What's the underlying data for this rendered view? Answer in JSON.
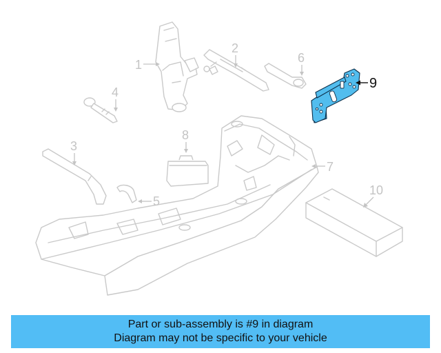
{
  "callouts": {
    "c1": "1",
    "c2": "2",
    "c3": "3",
    "c4": "4",
    "c5": "5",
    "c6": "6",
    "c7": "7",
    "c8": "8",
    "c9": "9",
    "c10": "10"
  },
  "highlight": {
    "part_number": "9",
    "color": "#52bdee"
  },
  "banner": {
    "line1": "Part or sub-assembly is #9 in diagram",
    "line2": "Diagram may not be specific to your vehicle",
    "background": "#52bdf5"
  }
}
